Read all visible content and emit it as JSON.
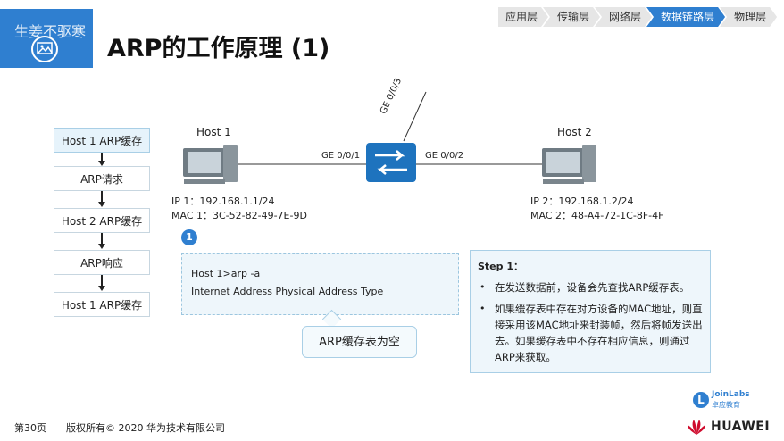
{
  "header": {
    "watermark": "生姜不驱寒",
    "title": "ARP的工作原理 (1)"
  },
  "layers": [
    {
      "label": "应用层",
      "active": false
    },
    {
      "label": "传输层",
      "active": false
    },
    {
      "label": "网络层",
      "active": false
    },
    {
      "label": "数据链路层",
      "active": true
    },
    {
      "label": "物理层",
      "active": false
    }
  ],
  "flow": [
    {
      "label": "Host 1 ARP缓存",
      "active": true
    },
    {
      "label": "ARP请求",
      "active": false
    },
    {
      "label": "Host 2 ARP缓存",
      "active": false
    },
    {
      "label": "ARP响应",
      "active": false
    },
    {
      "label": "Host 1 ARP缓存",
      "active": false
    }
  ],
  "topology": {
    "host1": {
      "name": "Host 1",
      "ip": "IP 1：192.168.1.1/24",
      "mac": "MAC 1：3C-52-82-49-7E-9D"
    },
    "host2": {
      "name": "Host 2",
      "ip": "IP 2：192.168.1.2/24",
      "mac": "MAC 2：48-A4-72-1C-8F-4F"
    },
    "ports": {
      "left": "GE 0/0/1",
      "right": "GE 0/0/2",
      "up": "GE 0/0/3"
    }
  },
  "step": {
    "badge": "1",
    "cmd_line1": "Host 1>arp -a",
    "cmd_line2": "Internet Address    Physical Address   Type",
    "callout": "ARP缓存表为空"
  },
  "info": {
    "title": "Step 1：",
    "bullets": [
      "在发送数据前，设备会先查找ARP缓存表。",
      "如果缓存表中存在对方设备的MAC地址，则直接采用该MAC地址来封装帧，然后将帧发送出去。如果缓存表中不存在相应信息，则通过ARP来获取。"
    ],
    "bullet_mark": "•"
  },
  "footer": {
    "page": "第30页",
    "copyright": "版权所有© 2020 华为技术有限公司",
    "joinlabs_icon": "L",
    "joinlabs_name": "JoinLabs",
    "joinlabs_sub": "卓应教育",
    "huawei": "HUAWEI"
  },
  "colors": {
    "accent": "#2f7fd0",
    "panel": "#eef6fb",
    "huawei_red": "#cf0a2c"
  }
}
